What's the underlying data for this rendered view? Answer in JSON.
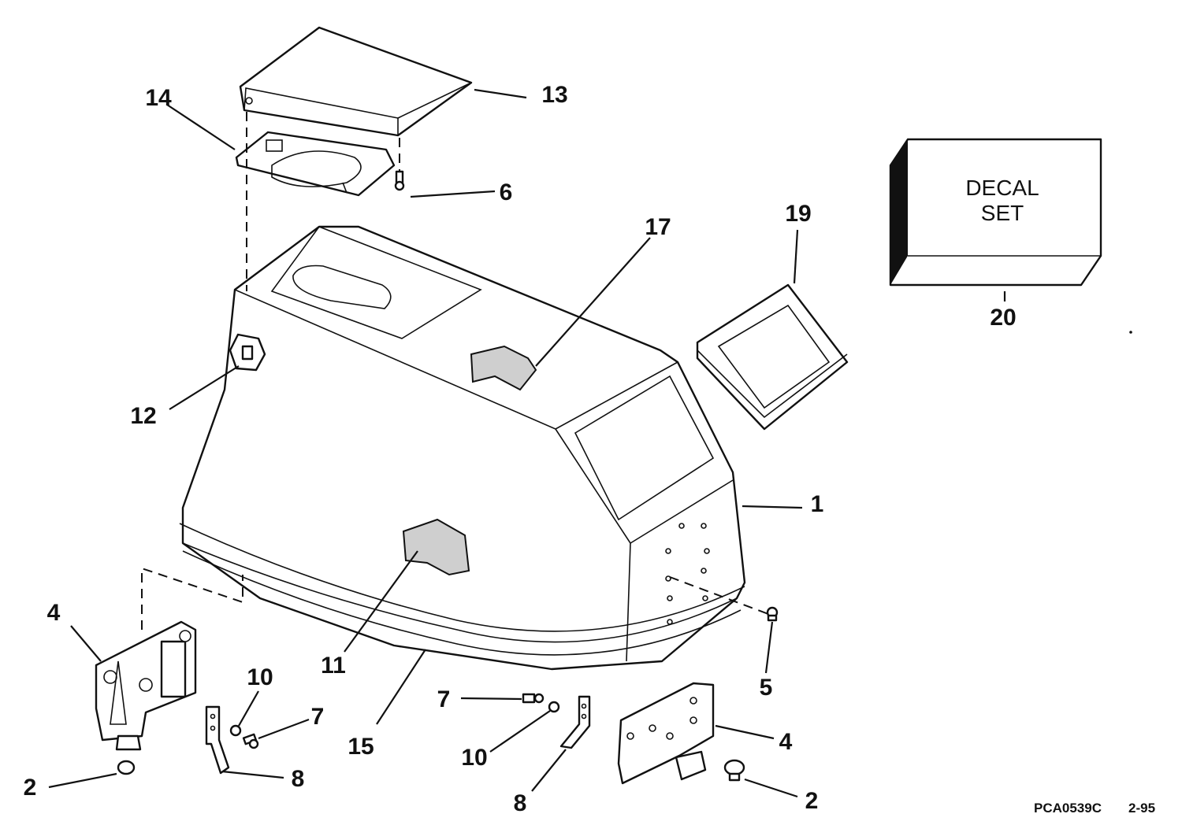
{
  "callouts": {
    "c1": "1",
    "c2a": "2",
    "c2b": "2",
    "c4a": "4",
    "c4b": "4",
    "c5": "5",
    "c6": "6",
    "c7a": "7",
    "c7b": "7",
    "c8a": "8",
    "c8b": "8",
    "c10a": "10",
    "c10b": "10",
    "c11": "11",
    "c12": "12",
    "c13": "13",
    "c14": "14",
    "c15": "15",
    "c17": "17",
    "c19": "19",
    "c20": "20"
  },
  "decal_box": {
    "line1": "DECAL",
    "line2": "SET"
  },
  "footer": {
    "code": "PCA0539C",
    "date": "2-95"
  }
}
